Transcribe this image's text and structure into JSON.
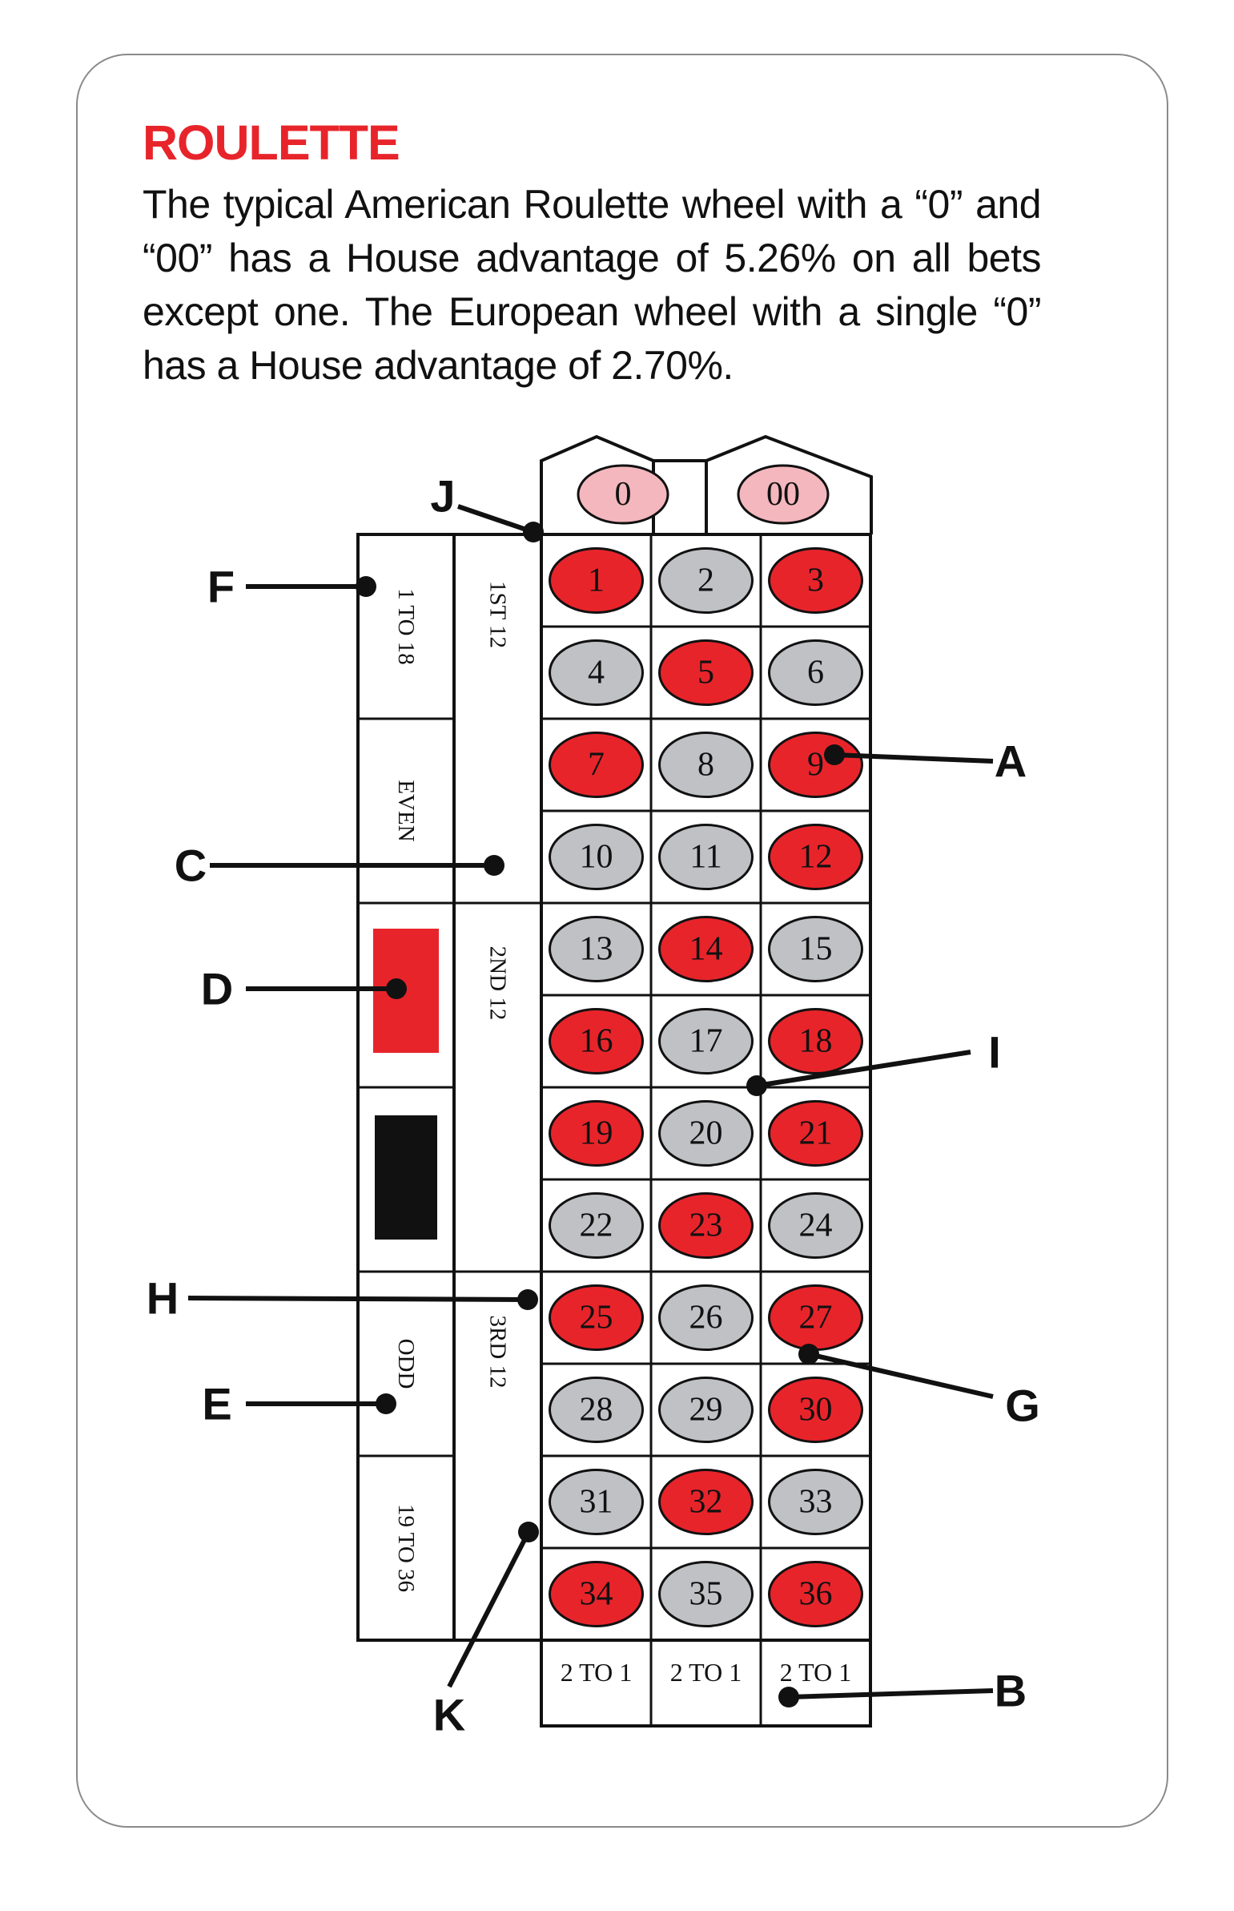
{
  "title": "ROULETTE",
  "body": "The typical American Roulette wheel with a “0” and “00” has a House advantage of 5.26% on all bets except one. The European wheel with a single “0” has a House advantage of 2.70%.",
  "colors": {
    "red": "#e8242b",
    "gray": "#bfc1c5",
    "zero": "#f4b7bd",
    "black": "#111111",
    "title": "#e8242b"
  },
  "zeros": [
    "0",
    "00"
  ],
  "numbers": [
    {
      "n": "1",
      "c": "red"
    },
    {
      "n": "2",
      "c": "gray"
    },
    {
      "n": "3",
      "c": "red"
    },
    {
      "n": "4",
      "c": "gray"
    },
    {
      "n": "5",
      "c": "red"
    },
    {
      "n": "6",
      "c": "gray"
    },
    {
      "n": "7",
      "c": "red"
    },
    {
      "n": "8",
      "c": "gray"
    },
    {
      "n": "9",
      "c": "red"
    },
    {
      "n": "10",
      "c": "gray"
    },
    {
      "n": "11",
      "c": "gray"
    },
    {
      "n": "12",
      "c": "red"
    },
    {
      "n": "13",
      "c": "gray"
    },
    {
      "n": "14",
      "c": "red"
    },
    {
      "n": "15",
      "c": "gray"
    },
    {
      "n": "16",
      "c": "red"
    },
    {
      "n": "17",
      "c": "gray"
    },
    {
      "n": "18",
      "c": "red"
    },
    {
      "n": "19",
      "c": "red"
    },
    {
      "n": "20",
      "c": "gray"
    },
    {
      "n": "21",
      "c": "red"
    },
    {
      "n": "22",
      "c": "gray"
    },
    {
      "n": "23",
      "c": "red"
    },
    {
      "n": "24",
      "c": "gray"
    },
    {
      "n": "25",
      "c": "red"
    },
    {
      "n": "26",
      "c": "gray"
    },
    {
      "n": "27",
      "c": "red"
    },
    {
      "n": "28",
      "c": "gray"
    },
    {
      "n": "29",
      "c": "gray"
    },
    {
      "n": "30",
      "c": "red"
    },
    {
      "n": "31",
      "c": "gray"
    },
    {
      "n": "32",
      "c": "red"
    },
    {
      "n": "33",
      "c": "gray"
    },
    {
      "n": "34",
      "c": "red"
    },
    {
      "n": "35",
      "c": "gray"
    },
    {
      "n": "36",
      "c": "red"
    }
  ],
  "columns": [
    "2 TO 1",
    "2 TO 1",
    "2 TO 1"
  ],
  "dozens": [
    "1ST 12",
    "2ND 12",
    "3RD 12"
  ],
  "outside": [
    "1 TO 18",
    "EVEN",
    "",
    "",
    "ODD",
    "19 TO 36"
  ],
  "callouts": [
    "A",
    "B",
    "C",
    "D",
    "E",
    "F",
    "G",
    "H",
    "I",
    "J",
    "K"
  ]
}
